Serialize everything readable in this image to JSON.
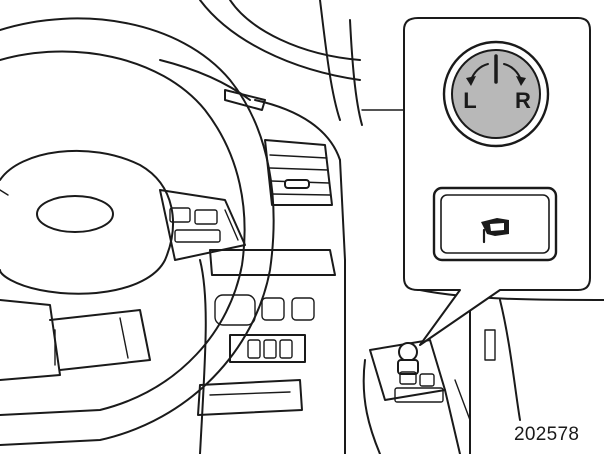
{
  "figure": {
    "id": "202578"
  },
  "mirror_knob": {
    "left_label": "L",
    "right_label": "R"
  },
  "colors": {
    "line": "#1a1a1a",
    "knob_fill": "#b8b8b8",
    "background": "#ffffff"
  },
  "icons": {
    "fold_switch": "mirror-fold-icon",
    "knob_arrows": "curved-arrow-icon"
  }
}
